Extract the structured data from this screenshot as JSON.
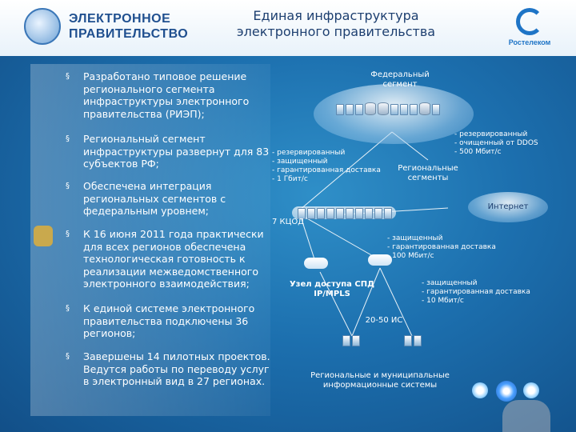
{
  "header": {
    "logo_line1": "ЭЛЕКТРОННОЕ",
    "logo_line2": "ПРАВИТЕЛЬСТВО",
    "title_line1": "Единая инфраструктура",
    "title_line2": "электронного правительства",
    "brand": "Ростелеком"
  },
  "bullets": [
    "Разработано  типовое решение регионального сегмента инфраструктуры электронного правительства (РИЭП);",
    "Региональный  сегмент инфраструктуры развернут для 83 субъектов РФ;",
    "Обеспечена интеграция региональных сегментов с федеральным уровнем;",
    "К 16 июня 2011 года практически для всех регионов  обеспечена технологическая готовность к реализации межведомственного электронного взаимодействия;",
    "К единой системе электронного правительства подключены 36 регионов;",
    "Завершены  14 пилотных проектов. Ведутся работы  по переводу услуг в электронный вид в 27 регионах."
  ],
  "bullet_marker": "§",
  "diagram": {
    "federal_segment_line1": "Федеральный",
    "federal_segment_line2": "сегмент",
    "regional_segments_line1": "Региональные",
    "regional_segments_line2": "сегменты",
    "internet": "Интернет",
    "kcod": "7 КЦОД",
    "spd_node_line1": "Узел доступа СПД",
    "spd_node_line2": "IP/MPLS",
    "is_count": "20-50 ИС",
    "regional_systems_line1": "Региональные и муниципальные",
    "regional_systems_line2": "информационные системы",
    "note_left": [
      "- резервированный",
      "- защищенный",
      "- гарантированная доставка",
      "- 1 Гбит/с"
    ],
    "note_right": [
      "- резервированный",
      "- очищенный от DDOS",
      "- 500 Мбит/с"
    ],
    "note_mid": [
      "- защищенный",
      "- гарантированная доставка",
      "- 100 Мбит/с"
    ],
    "note_low": [
      "- защищенный",
      "- гарантированная доставка",
      "- 10 Мбит/с"
    ]
  },
  "colors": {
    "background": "#1c6fae",
    "text": "#ffffff",
    "title": "#1d3f70",
    "brand": "#1e74c6"
  }
}
